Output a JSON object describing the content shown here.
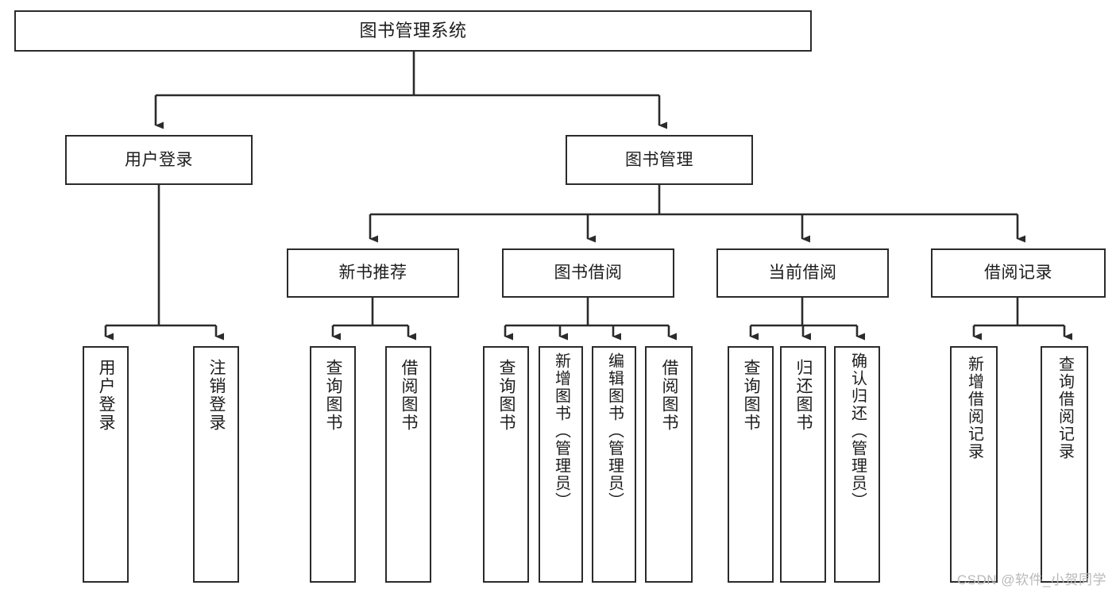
{
  "diagram": {
    "title": "图书管理系统",
    "type": "tree",
    "watermark": "CSDN @软件_小贺同学",
    "colors": {
      "stroke": "#2b2b2b",
      "fill": "#ffffff",
      "text": "#1d1d1d",
      "watermark": "#b9b9b9"
    },
    "levels": {
      "level1": [
        {
          "id": "root",
          "label": "图书管理系统"
        }
      ],
      "level2": [
        {
          "id": "user-login",
          "label": "用户登录"
        },
        {
          "id": "book-manage",
          "label": "图书管理"
        }
      ],
      "level3": [
        {
          "id": "new-book-recommend",
          "label": "新书推荐",
          "parent": "book-manage"
        },
        {
          "id": "book-borrow",
          "label": "图书借阅",
          "parent": "book-manage"
        },
        {
          "id": "current-borrow",
          "label": "当前借阅",
          "parent": "book-manage"
        },
        {
          "id": "borrow-record",
          "label": "借阅记录",
          "parent": "book-manage"
        }
      ],
      "level4": [
        {
          "id": "leaf-user-login",
          "label": "用户登录",
          "parent": "user-login"
        },
        {
          "id": "leaf-logout",
          "label": "注销登录",
          "parent": "user-login"
        },
        {
          "id": "leaf-query-book-1",
          "label": "查询图书",
          "parent": "new-book-recommend"
        },
        {
          "id": "leaf-borrow-book-1",
          "label": "借阅图书",
          "parent": "new-book-recommend"
        },
        {
          "id": "leaf-query-book-2",
          "label": "查询图书",
          "parent": "book-borrow"
        },
        {
          "id": "leaf-add-book",
          "label": "新增图书（管理员）",
          "parent": "book-borrow"
        },
        {
          "id": "leaf-edit-book",
          "label": "编辑图书（管理员）",
          "parent": "book-borrow"
        },
        {
          "id": "leaf-borrow-book-2",
          "label": "借阅图书",
          "parent": "book-borrow"
        },
        {
          "id": "leaf-query-book-3",
          "label": "查询图书",
          "parent": "current-borrow"
        },
        {
          "id": "leaf-return-book",
          "label": "归还图书",
          "parent": "current-borrow"
        },
        {
          "id": "leaf-confirm-return",
          "label": "确认归还（管理员）",
          "parent": "current-borrow"
        },
        {
          "id": "leaf-add-record",
          "label": "新增借阅记录",
          "parent": "borrow-record"
        },
        {
          "id": "leaf-query-record",
          "label": "查询借阅记录",
          "parent": "borrow-record"
        }
      ]
    }
  }
}
